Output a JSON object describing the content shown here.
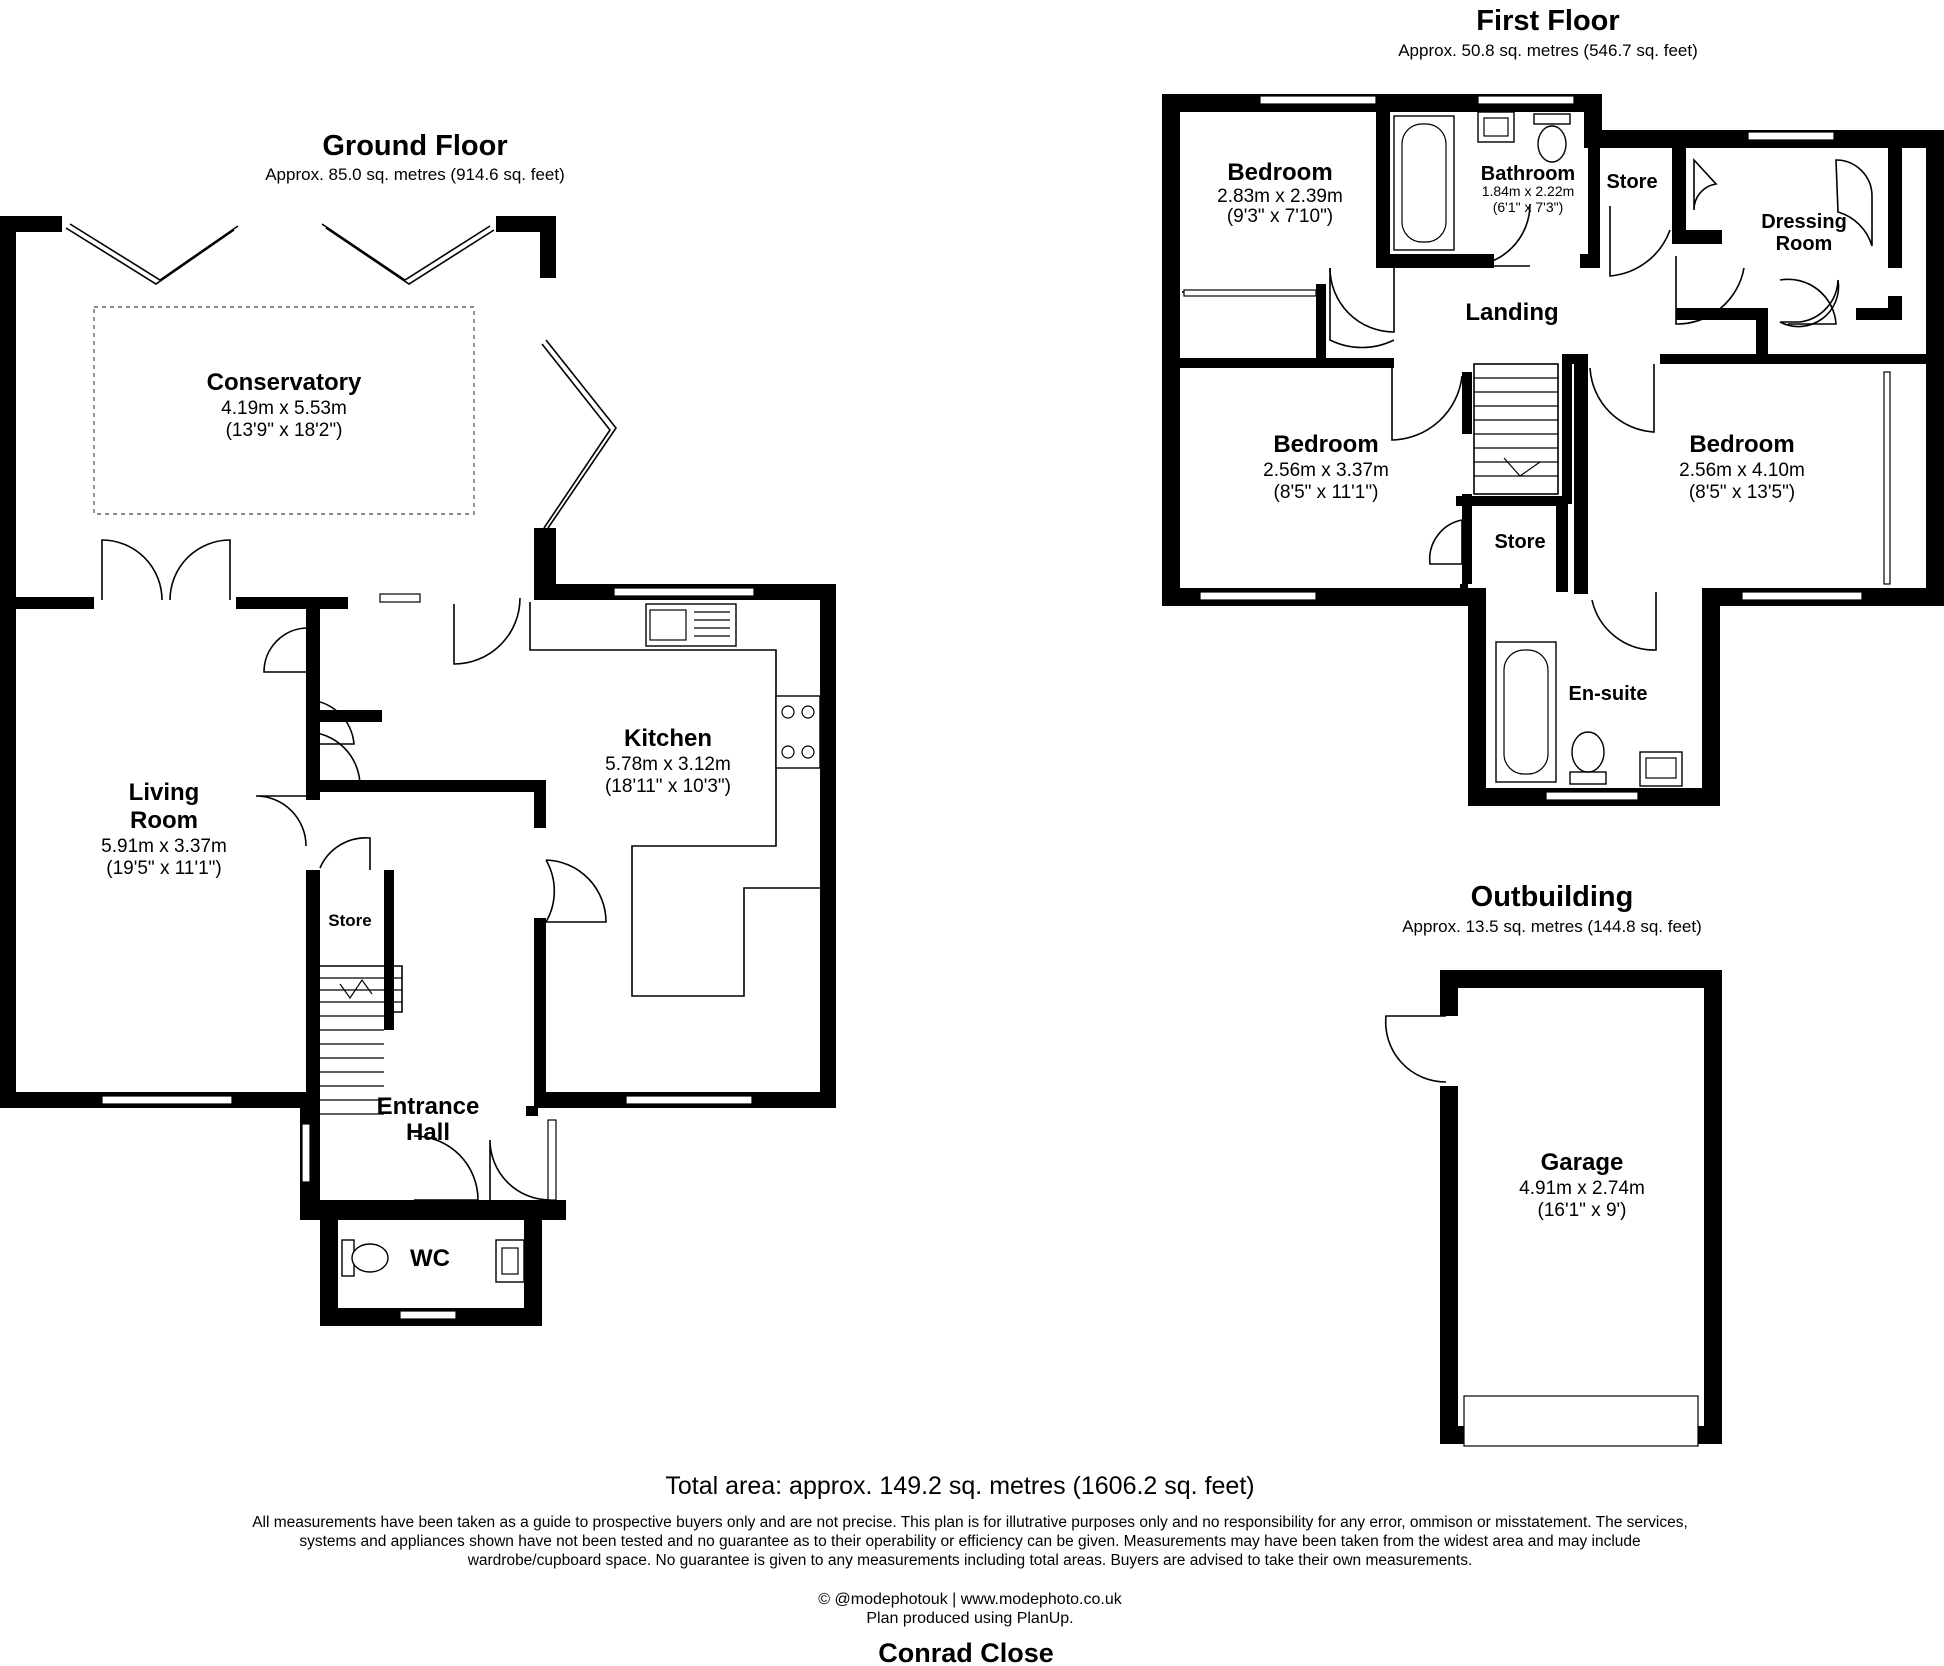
{
  "ground_floor": {
    "title": "Ground Floor",
    "area": "Approx. 85.0 sq. metres (914.6 sq. feet)",
    "rooms": {
      "conservatory": {
        "name": "Conservatory",
        "metric": "4.19m x 5.53m",
        "imperial": "(13'9\" x 18'2\")"
      },
      "living_room": {
        "name_line1": "Living",
        "name_line2": "Room",
        "metric": "5.91m x 3.37m",
        "imperial": "(19'5\" x 11'1\")"
      },
      "kitchen": {
        "name": "Kitchen",
        "metric": "5.78m x 3.12m",
        "imperial": "(18'11\" x 10'3\")"
      },
      "store": {
        "name": "Store"
      },
      "entrance_hall": {
        "name_line1": "Entrance",
        "name_line2": "Hall"
      },
      "wc": {
        "name": "WC"
      }
    }
  },
  "first_floor": {
    "title": "First Floor",
    "area": "Approx. 50.8 sq. metres (546.7 sq. feet)",
    "rooms": {
      "bedroom_1": {
        "name": "Bedroom",
        "metric": "2.83m x 2.39m",
        "imperial": "(9'3\" x 7'10\")"
      },
      "bathroom": {
        "name": "Bathroom",
        "metric": "1.84m x 2.22m",
        "imperial": "(6'1\" x 7'3\")"
      },
      "store_top": {
        "name": "Store"
      },
      "dressing_room": {
        "name_line1": "Dressing",
        "name_line2": "Room"
      },
      "landing": {
        "name": "Landing"
      },
      "bedroom_2": {
        "name": "Bedroom",
        "metric": "2.56m x 3.37m",
        "imperial": "(8'5\" x 11'1\")"
      },
      "bedroom_3": {
        "name": "Bedroom",
        "metric": "2.56m x 4.10m",
        "imperial": "(8'5\" x 13'5\")"
      },
      "store_mid": {
        "name": "Store"
      },
      "ensuite": {
        "name": "En-suite"
      }
    }
  },
  "outbuilding": {
    "title": "Outbuilding",
    "area": "Approx. 13.5 sq. metres (144.8 sq. feet)",
    "rooms": {
      "garage": {
        "name": "Garage",
        "metric": "4.91m x 2.74m",
        "imperial": "(16'1\" x 9')"
      }
    }
  },
  "footer": {
    "total": "Total area: approx. 149.2 sq. metres (1606.2 sq. feet)",
    "disclaimer_1": "All measurements have been taken as a guide to prospective buyers only and are not precise. This plan is for illutrative purposes only and no responsibility for any error, ommison or misstatement. The services,",
    "disclaimer_2": "systems and appliances shown have not been tested and no guarantee as to their operability or efficiency can be given. Measurements may have been taken from the widest area and may include",
    "disclaimer_3": "wardrobe/cupboard space. No guarantee is given to any measurements including total areas. Buyers are advised to take their own measurements.",
    "credit": "© @modephotouk | www.modephoto.co.uk",
    "produced": "Plan produced using PlanUp.",
    "address": "Conrad Close"
  },
  "colors": {
    "wall": "#000000",
    "background": "#ffffff",
    "dashed_outline": "#666666"
  },
  "icons": [
    "door-swing-icon",
    "window-icon",
    "sink-icon",
    "hob-icon",
    "toilet-icon",
    "bath-icon",
    "basin-icon",
    "staircase-icon",
    "garage-door-icon"
  ]
}
